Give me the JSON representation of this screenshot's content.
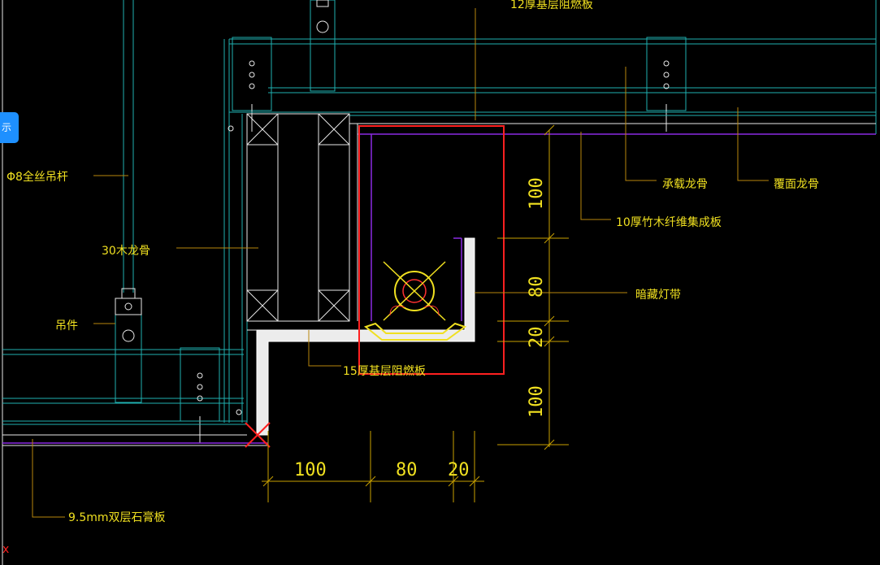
{
  "side_tab": {
    "label": "示"
  },
  "labels": {
    "top_board": "12厚基层阻燃板",
    "rod": "Φ8全丝吊杆",
    "wood_keel": "30木龙骨",
    "hanger": "吊件",
    "bearing_keel": "承载龙骨",
    "cover_keel": "覆面龙骨",
    "bamboo_board": "10厚竹木纤维集成板",
    "hidden_light": "暗藏灯带",
    "base_board_15": "15厚基层阻燃板",
    "gypsum": "9.5mm双层石膏板"
  },
  "dims_vertical": [
    "100",
    "80",
    "20",
    "100"
  ],
  "dims_horizontal": [
    "100",
    "80",
    "20"
  ],
  "corner_mark": "x",
  "colors": {
    "background": "#000000",
    "cyan": "#1fb0b0",
    "text": "#f0e020",
    "highlight": "#ff2020",
    "purple": "#8a2be2"
  }
}
